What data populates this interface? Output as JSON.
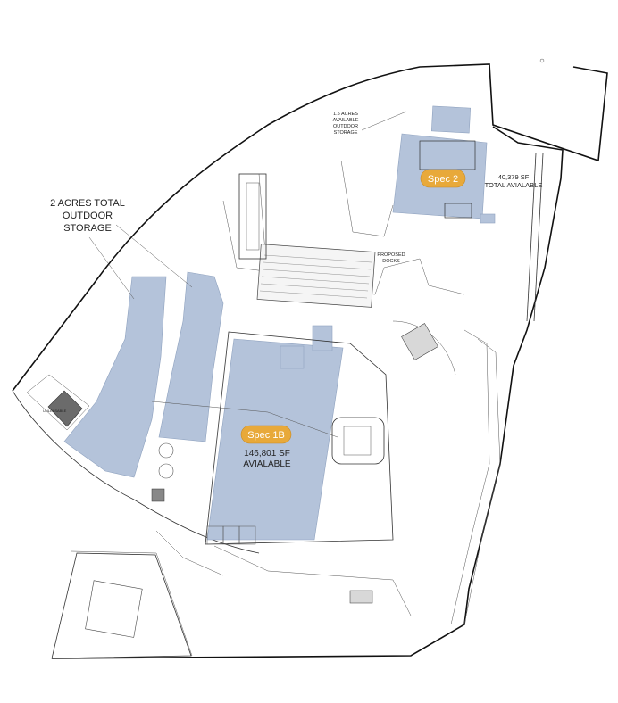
{
  "labels": {
    "outdoor_storage_left": [
      "2 ACRES TOTAL",
      "OUTDOOR",
      "STORAGE"
    ],
    "outdoor_storage_top": [
      "1.5 ACRES",
      "AVAILABLE",
      "OUTDOOR",
      "STORAGE"
    ],
    "spec2_badge": "Spec 2",
    "spec2_area": [
      "40,379 SF",
      "TOTAL AVIALABLE"
    ],
    "proposed_docks": [
      "PROPOSED",
      "DOCKS"
    ],
    "spec1b_badge": "Spec 1B",
    "spec1b_area": [
      "146,801 SF",
      "AVIALABLE"
    ],
    "unleasable": "UNLEASABLE"
  },
  "colors": {
    "available_space": "#b4c3da",
    "badge": "#e8a93a",
    "unleasable": "#6b6b6b"
  }
}
